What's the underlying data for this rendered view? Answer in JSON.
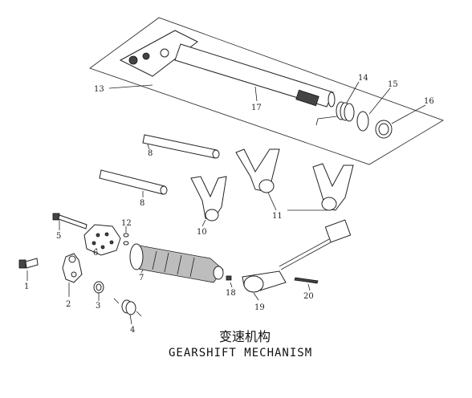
{
  "title": {
    "chinese": "变速机构",
    "english": "GEARSHIFT MECHANISM"
  },
  "parts": [
    {
      "num": "1"
    },
    {
      "num": "2"
    },
    {
      "num": "3"
    },
    {
      "num": "4"
    },
    {
      "num": "5"
    },
    {
      "num": "6"
    },
    {
      "num": "7"
    },
    {
      "num": "8"
    },
    {
      "num": "8"
    },
    {
      "num": "10"
    },
    {
      "num": "11"
    },
    {
      "num": "12"
    },
    {
      "num": "13"
    },
    {
      "num": "14"
    },
    {
      "num": "15"
    },
    {
      "num": "16"
    },
    {
      "num": "17"
    },
    {
      "num": "18"
    },
    {
      "num": "19"
    },
    {
      "num": "20"
    }
  ]
}
